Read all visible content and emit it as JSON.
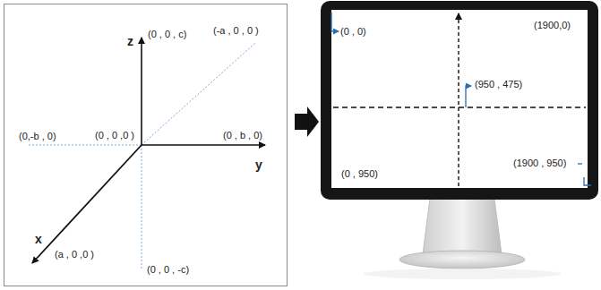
{
  "diagram": {
    "labels": [
      "z",
      "(0 , 0 , c)",
      "(-a , 0 , 0 )",
      "(0,-b , 0)",
      "(0 , 0 ,0 )",
      "(0 , b , 0)",
      "y",
      "x",
      "(a , 0 ,0 )",
      "(0 , 0 , -c)",
      "(0 , 0)",
      "(1900,0)",
      "(950 , 475)",
      "(0 , 950)",
      "(1900 , 950)"
    ]
  }
}
